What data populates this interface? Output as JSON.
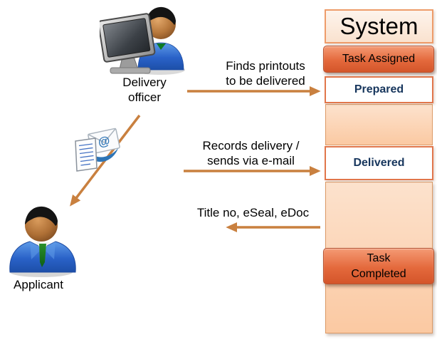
{
  "actors": {
    "delivery_officer": {
      "label": "Delivery officer",
      "icon": "person-at-computer-icon"
    },
    "applicant": {
      "label": "Applicant",
      "icon": "person-icon"
    }
  },
  "flows": {
    "find_printouts": {
      "line1": "Finds printouts",
      "line2": "to be delivered",
      "direction": "right",
      "from": "Delivery officer",
      "to": "Prepared"
    },
    "records_delivery": {
      "line1": "Records delivery /",
      "line2": "sends via e-mail",
      "direction": "right",
      "from": "Delivery officer",
      "to": "Delivered"
    },
    "title_docs": {
      "line1": "Title no, eSeal, eDoc",
      "direction": "left",
      "from": "System",
      "to": "Delivery officer"
    },
    "email_to_applicant": {
      "direction": "down-left",
      "from": "Delivery officer",
      "to": "Applicant",
      "icon": "email-document-icon",
      "at_symbol": "@"
    }
  },
  "system": {
    "title": "System",
    "stages": [
      {
        "label": "Task Assigned",
        "type": "task"
      },
      {
        "label": "Prepared",
        "type": "state"
      },
      {
        "label": "Delivered",
        "type": "state"
      },
      {
        "label": "Task Completed",
        "type": "task"
      }
    ]
  },
  "colors": {
    "arrow": "#C9803F",
    "task_top": "#F49A74",
    "task_mid": "#E4693C",
    "task_bottom": "#D4552A",
    "task_border": "#B85432",
    "state_border": "#E1764B",
    "state_text": "#17365D",
    "col_border": "#DC9A66",
    "col_top": "#FCE2CD",
    "col_bottom": "#FBC9A2",
    "header_top": "#FDF4EC",
    "header_bottom": "#FAE2CF",
    "header_border": "#EE9C6A"
  }
}
